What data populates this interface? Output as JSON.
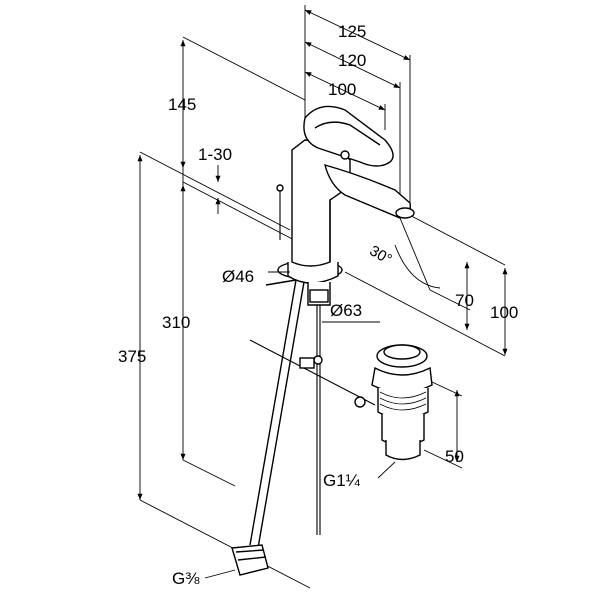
{
  "colors": {
    "ink": "#000000",
    "background": "#ffffff"
  },
  "dimensions": {
    "d125": "125",
    "d120": "120",
    "d100_top": "100",
    "d145": "145",
    "d1_30": "1-30",
    "angle": "30°",
    "dia46": "Ø46",
    "dia63": "Ø63",
    "d310": "310",
    "d375": "375",
    "d70": "70",
    "d100_right": "100",
    "d50": "50",
    "thread_drain": "G1¼",
    "thread_hose": "G⅜"
  }
}
